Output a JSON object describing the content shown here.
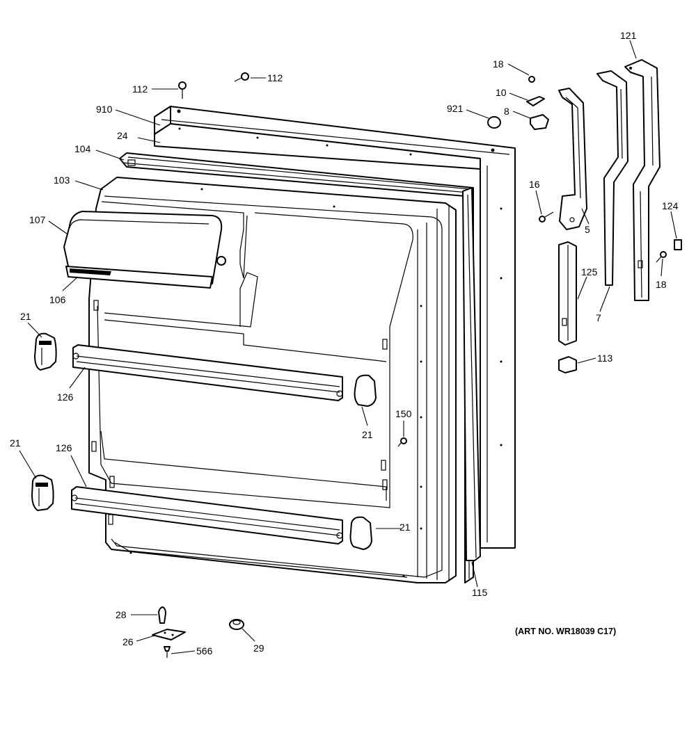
{
  "diagram": {
    "art_number": "(ART NO. WR18039 C17)",
    "callouts": {
      "c112a": "112",
      "c112b": "112",
      "c910": "910",
      "c24": "24",
      "c104": "104",
      "c103": "103",
      "c107": "107",
      "c106": "106",
      "c21a": "21",
      "c21b": "21",
      "c21c": "21",
      "c21d": "21",
      "c126a": "126",
      "c126b": "126",
      "c150": "150",
      "c18a": "18",
      "c10": "10",
      "c921": "921",
      "c8": "8",
      "c121": "121",
      "c16": "16",
      "c5": "5",
      "c124": "124",
      "c125": "125",
      "c18b": "18",
      "c7": "7",
      "c113": "113",
      "c115": "115",
      "c28": "28",
      "c26": "26",
      "c566": "566",
      "c29": "29"
    }
  }
}
